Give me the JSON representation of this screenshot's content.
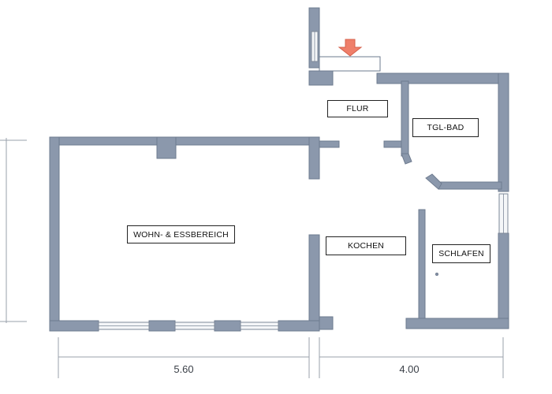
{
  "rooms": {
    "flur": "FLUR",
    "tgl_bad": "TGL-BAD",
    "wohn_ess": "WOHN- & ESSBEREICH",
    "kochen": "KOCHEN",
    "schlafen": "SCHLAFEN"
  },
  "dimensions": {
    "left_width": "5.60",
    "right_width": "4.00"
  },
  "colors": {
    "wall": "#8b98ac",
    "entry_arrow": "#ef7f6a"
  },
  "icons": {
    "entry": "entry-arrow-icon"
  }
}
